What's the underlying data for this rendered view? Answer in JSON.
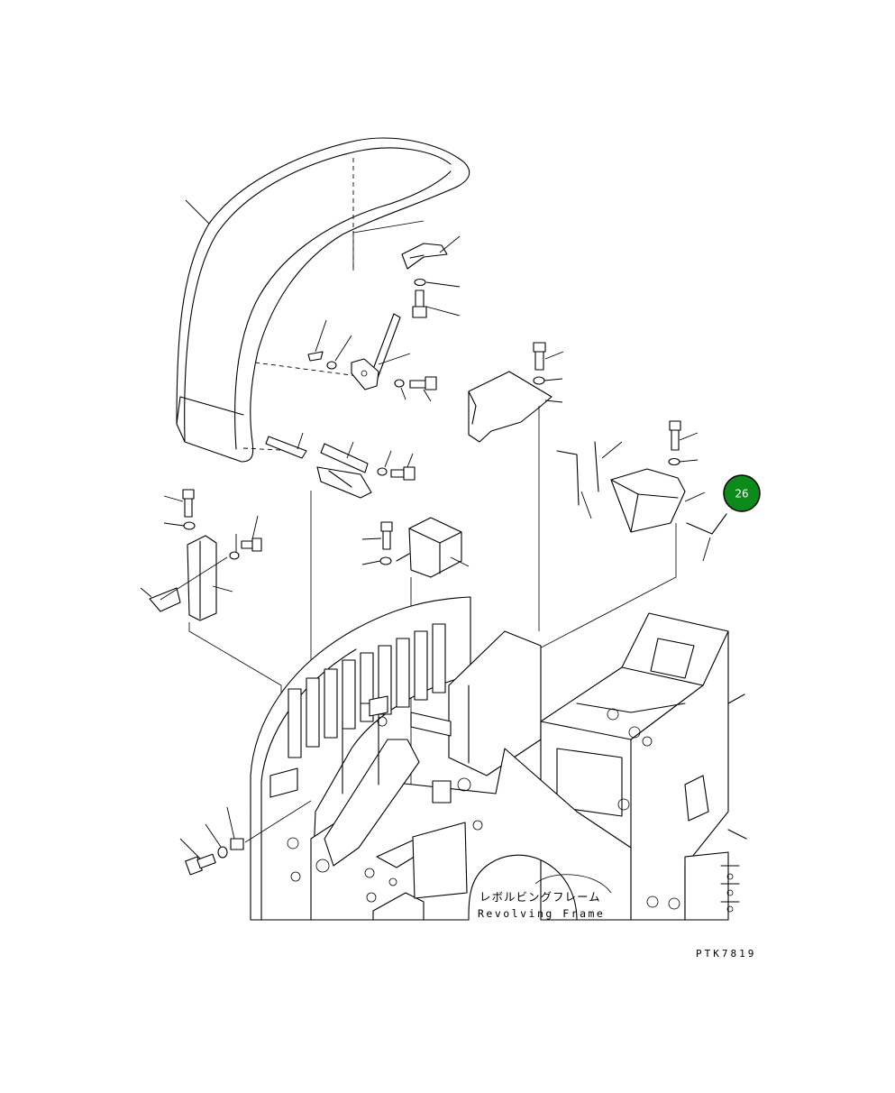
{
  "frame_label": {
    "japanese": "レボルビングフレーム",
    "english": "Revolving Frame"
  },
  "drawing_code": "PTK7819",
  "callout": {
    "number": "26",
    "color": "#0d8a1c"
  }
}
